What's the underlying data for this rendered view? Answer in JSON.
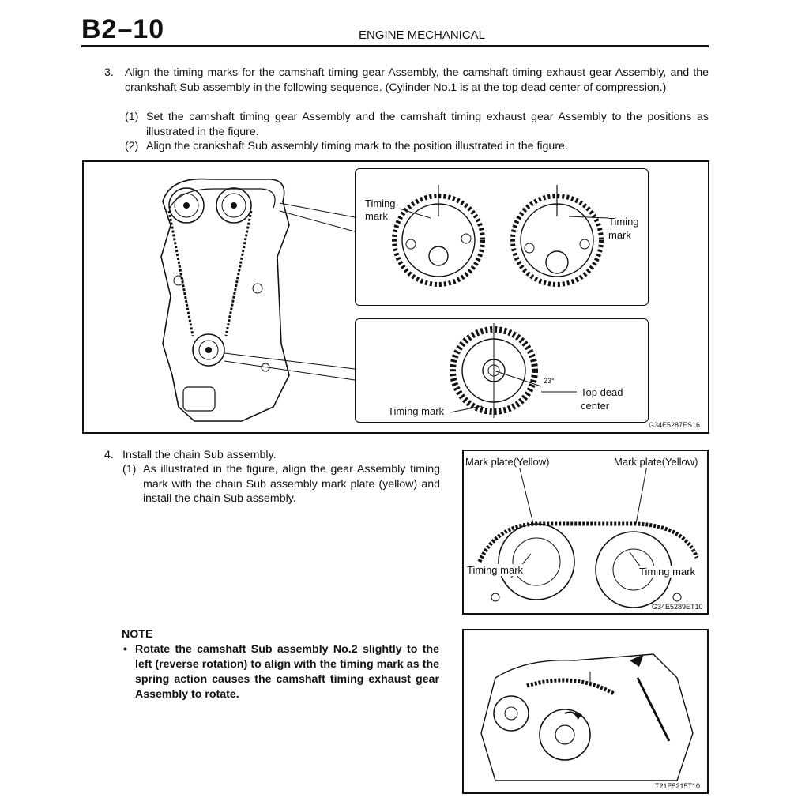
{
  "header": {
    "page_code": "B2–10",
    "section_title": "ENGINE MECHANICAL"
  },
  "step3": {
    "number": "3.",
    "text": "Align the timing marks for the camshaft timing gear Assembly, the camshaft timing exhaust gear Assembly, and the crankshaft Sub assembly in the following sequence. (Cylinder No.1 is at the top dead center of compression.)",
    "sub1_num": "(1)",
    "sub1_text": "Set the camshaft timing gear Assembly and the camshaft timing exhaust gear Assembly to the positions as illustrated in the figure.",
    "sub2_num": "(2)",
    "sub2_text": "Align the crankshaft Sub assembly timing mark to the position illustrated in the figure."
  },
  "figure1": {
    "label_timing_mark_left": "Timing mark",
    "label_timing_mark_right": "Timing mark",
    "label_angle": "23°",
    "label_tdc_line1": "Top dead",
    "label_tdc_line2": "center",
    "label_timing_mark_crank": "Timing mark",
    "code": "G34E5287ES16"
  },
  "step4": {
    "number": "4.",
    "text": "Install the chain Sub assembly.",
    "sub1_num": "(1)",
    "sub1_text": "As illustrated in the figure, align the gear Assembly timing mark with the chain Sub assembly mark plate (yellow) and install the chain Sub assembly."
  },
  "figure2": {
    "label_mark_plate_left": "Mark plate(Yellow)",
    "label_mark_plate_right": "Mark plate(Yellow)",
    "label_timing_mark_left": "Timing mark",
    "label_timing_mark_right": "Timing mark",
    "code": "G34E5289ET10"
  },
  "note": {
    "title": "NOTE",
    "bullet": "•",
    "text": "Rotate the camshaft Sub assembly No.2 slightly to the left (reverse rotation) to align with the timing mark as the spring action causes the camshaft timing exhaust gear Assembly to rotate."
  },
  "figure3": {
    "code": "T21E5215T10"
  }
}
